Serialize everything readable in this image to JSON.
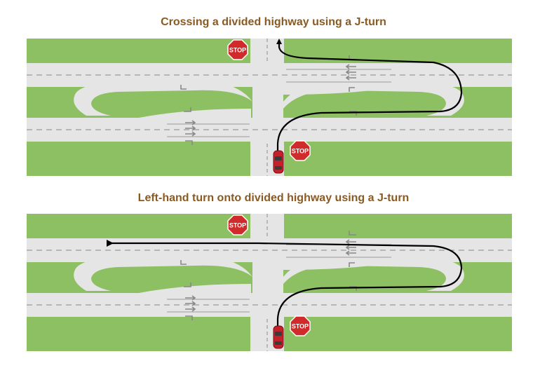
{
  "diagrams": [
    {
      "title": "Crossing a divided highway using a J-turn",
      "stop_top": "STOP",
      "stop_bottom": "STOP"
    },
    {
      "title": "Left-hand turn onto divided highway using a J-turn",
      "stop_top": "STOP",
      "stop_bottom": "STOP"
    }
  ],
  "colors": {
    "grass": "#8dc063",
    "road": "#e5e5e5",
    "lane_marking": "#9a9a9a",
    "stop_sign": "#d12a2a",
    "car": "#c4202a",
    "route_path": "#000000",
    "title": "#8a5a22"
  }
}
